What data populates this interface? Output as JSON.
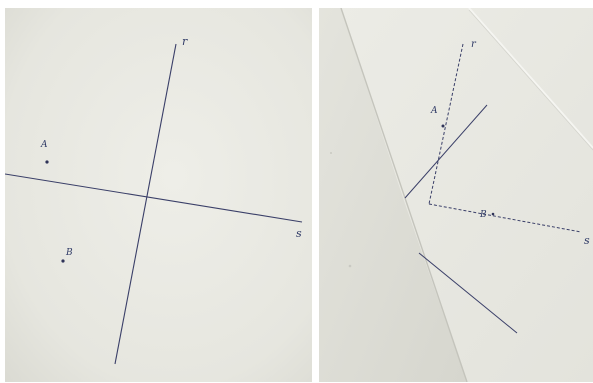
{
  "left_photo": {
    "labels": {
      "r": "r",
      "s": "s",
      "a": "A",
      "b": "B"
    }
  },
  "right_photo": {
    "labels": {
      "r": "r",
      "s": "s",
      "a": "A",
      "b": "B"
    }
  },
  "colors": {
    "paper": "#e9e9e3",
    "ink": "#3a3f68"
  }
}
